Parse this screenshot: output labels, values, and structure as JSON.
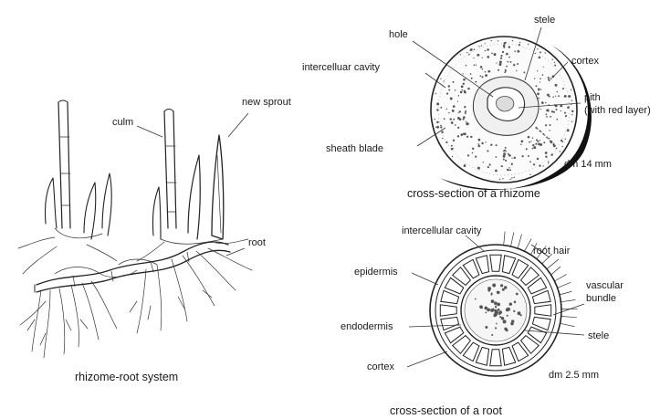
{
  "rhizome_root_system": {
    "caption": "rhizome-root system",
    "labels": {
      "culm": "culm",
      "new_sprout": "new sprout",
      "root": "root"
    }
  },
  "rhizome_cross_section": {
    "caption": "cross-section of a rhizome",
    "scale": "dm 14 mm",
    "labels": {
      "hole": "hole",
      "stele": "stele",
      "intercellular_cavity": "intercelluar cavity",
      "cortex": "cortex",
      "pith": "pith",
      "pith_note": "(with red layer)",
      "sheath_blade": "sheath blade"
    }
  },
  "root_cross_section": {
    "caption": "cross-section of a root",
    "scale": "dm 2.5 mm",
    "labels": {
      "intercellular_cavity": "intercellular cavity",
      "root_hair": "root hair",
      "epidermis": "epidermis",
      "vascular": "vascular",
      "bundle": "bundle",
      "endodermis": "endodermis",
      "stele": "stele",
      "cortex": "cortex"
    }
  }
}
